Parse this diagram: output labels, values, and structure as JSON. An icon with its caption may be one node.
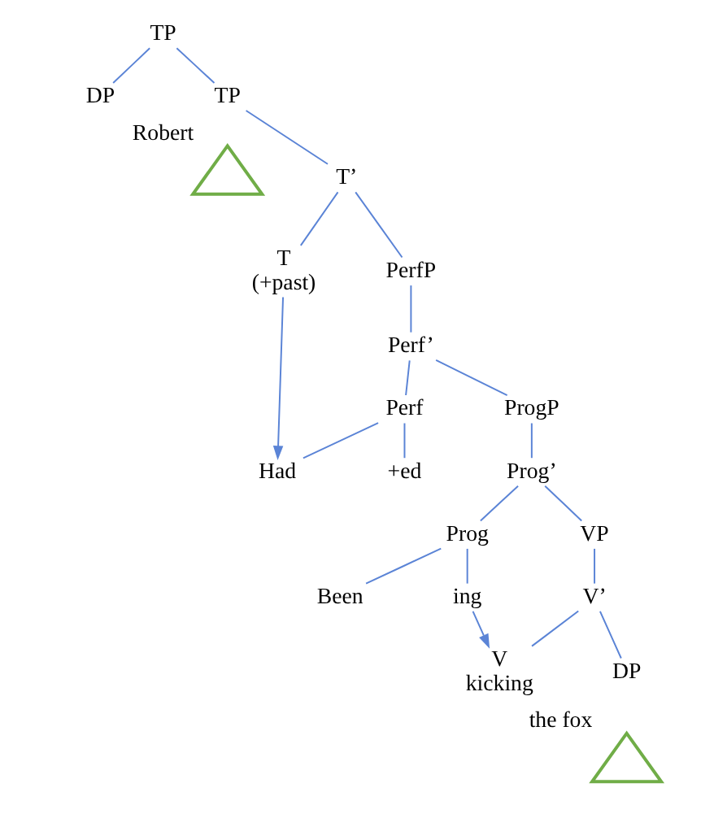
{
  "diagram": {
    "nodes": [
      {
        "text": [
          "TP"
        ]
      },
      {
        "text": [
          "DP"
        ]
      },
      {
        "text": [
          "TP"
        ]
      },
      {
        "text": [],
        "shape": "triangle",
        "beside": [
          "Robert"
        ]
      },
      {
        "text": [
          "T’"
        ]
      },
      {
        "text": [
          "T",
          "(+past)"
        ]
      },
      {
        "text": [
          "PerfP"
        ]
      },
      {
        "text": [
          "Perf’"
        ]
      },
      {
        "text": [
          "Perf"
        ]
      },
      {
        "text": [
          "ProgP"
        ]
      },
      {
        "text": [
          "Had"
        ]
      },
      {
        "text": [
          "+ed"
        ]
      },
      {
        "text": [
          "Prog’"
        ]
      },
      {
        "text": [
          "Prog"
        ]
      },
      {
        "text": [
          "VP"
        ]
      },
      {
        "text": [
          "Been"
        ]
      },
      {
        "text": [
          "ing"
        ]
      },
      {
        "text": [
          "V’"
        ]
      },
      {
        "text": [
          "V",
          "kicking"
        ]
      },
      {
        "text": [
          "DP"
        ]
      },
      {
        "text": [],
        "shape": "triangle",
        "beside": [
          "the fox"
        ]
      }
    ],
    "edges": [
      {
        "from": 0,
        "to": 1,
        "arrow": "none"
      },
      {
        "from": 0,
        "to": 2,
        "arrow": "none"
      },
      {
        "from": 2,
        "to": 4,
        "arrow": "none"
      },
      {
        "from": 4,
        "to": 5,
        "arrow": "none"
      },
      {
        "from": 4,
        "to": 6,
        "arrow": "none"
      },
      {
        "from": 6,
        "to": 7,
        "arrow": "none"
      },
      {
        "from": 7,
        "to": 8,
        "arrow": "none"
      },
      {
        "from": 7,
        "to": 9,
        "arrow": "none"
      },
      {
        "from": 8,
        "to": 10,
        "arrow": "none"
      },
      {
        "from": 8,
        "to": 11,
        "arrow": "none"
      },
      {
        "from": 9,
        "to": 12,
        "arrow": "none"
      },
      {
        "from": 12,
        "to": 13,
        "arrow": "none"
      },
      {
        "from": 12,
        "to": 14,
        "arrow": "none"
      },
      {
        "from": 13,
        "to": 15,
        "arrow": "none"
      },
      {
        "from": 13,
        "to": 16,
        "arrow": "none"
      },
      {
        "from": 14,
        "to": 17,
        "arrow": "none"
      },
      {
        "from": 17,
        "to": 18,
        "arrow": "none"
      },
      {
        "from": 17,
        "to": 19,
        "arrow": "none"
      },
      {
        "from": 5,
        "to": 10,
        "arrow": "to"
      },
      {
        "from": 16,
        "to": 18,
        "arrow": "to"
      }
    ]
  }
}
